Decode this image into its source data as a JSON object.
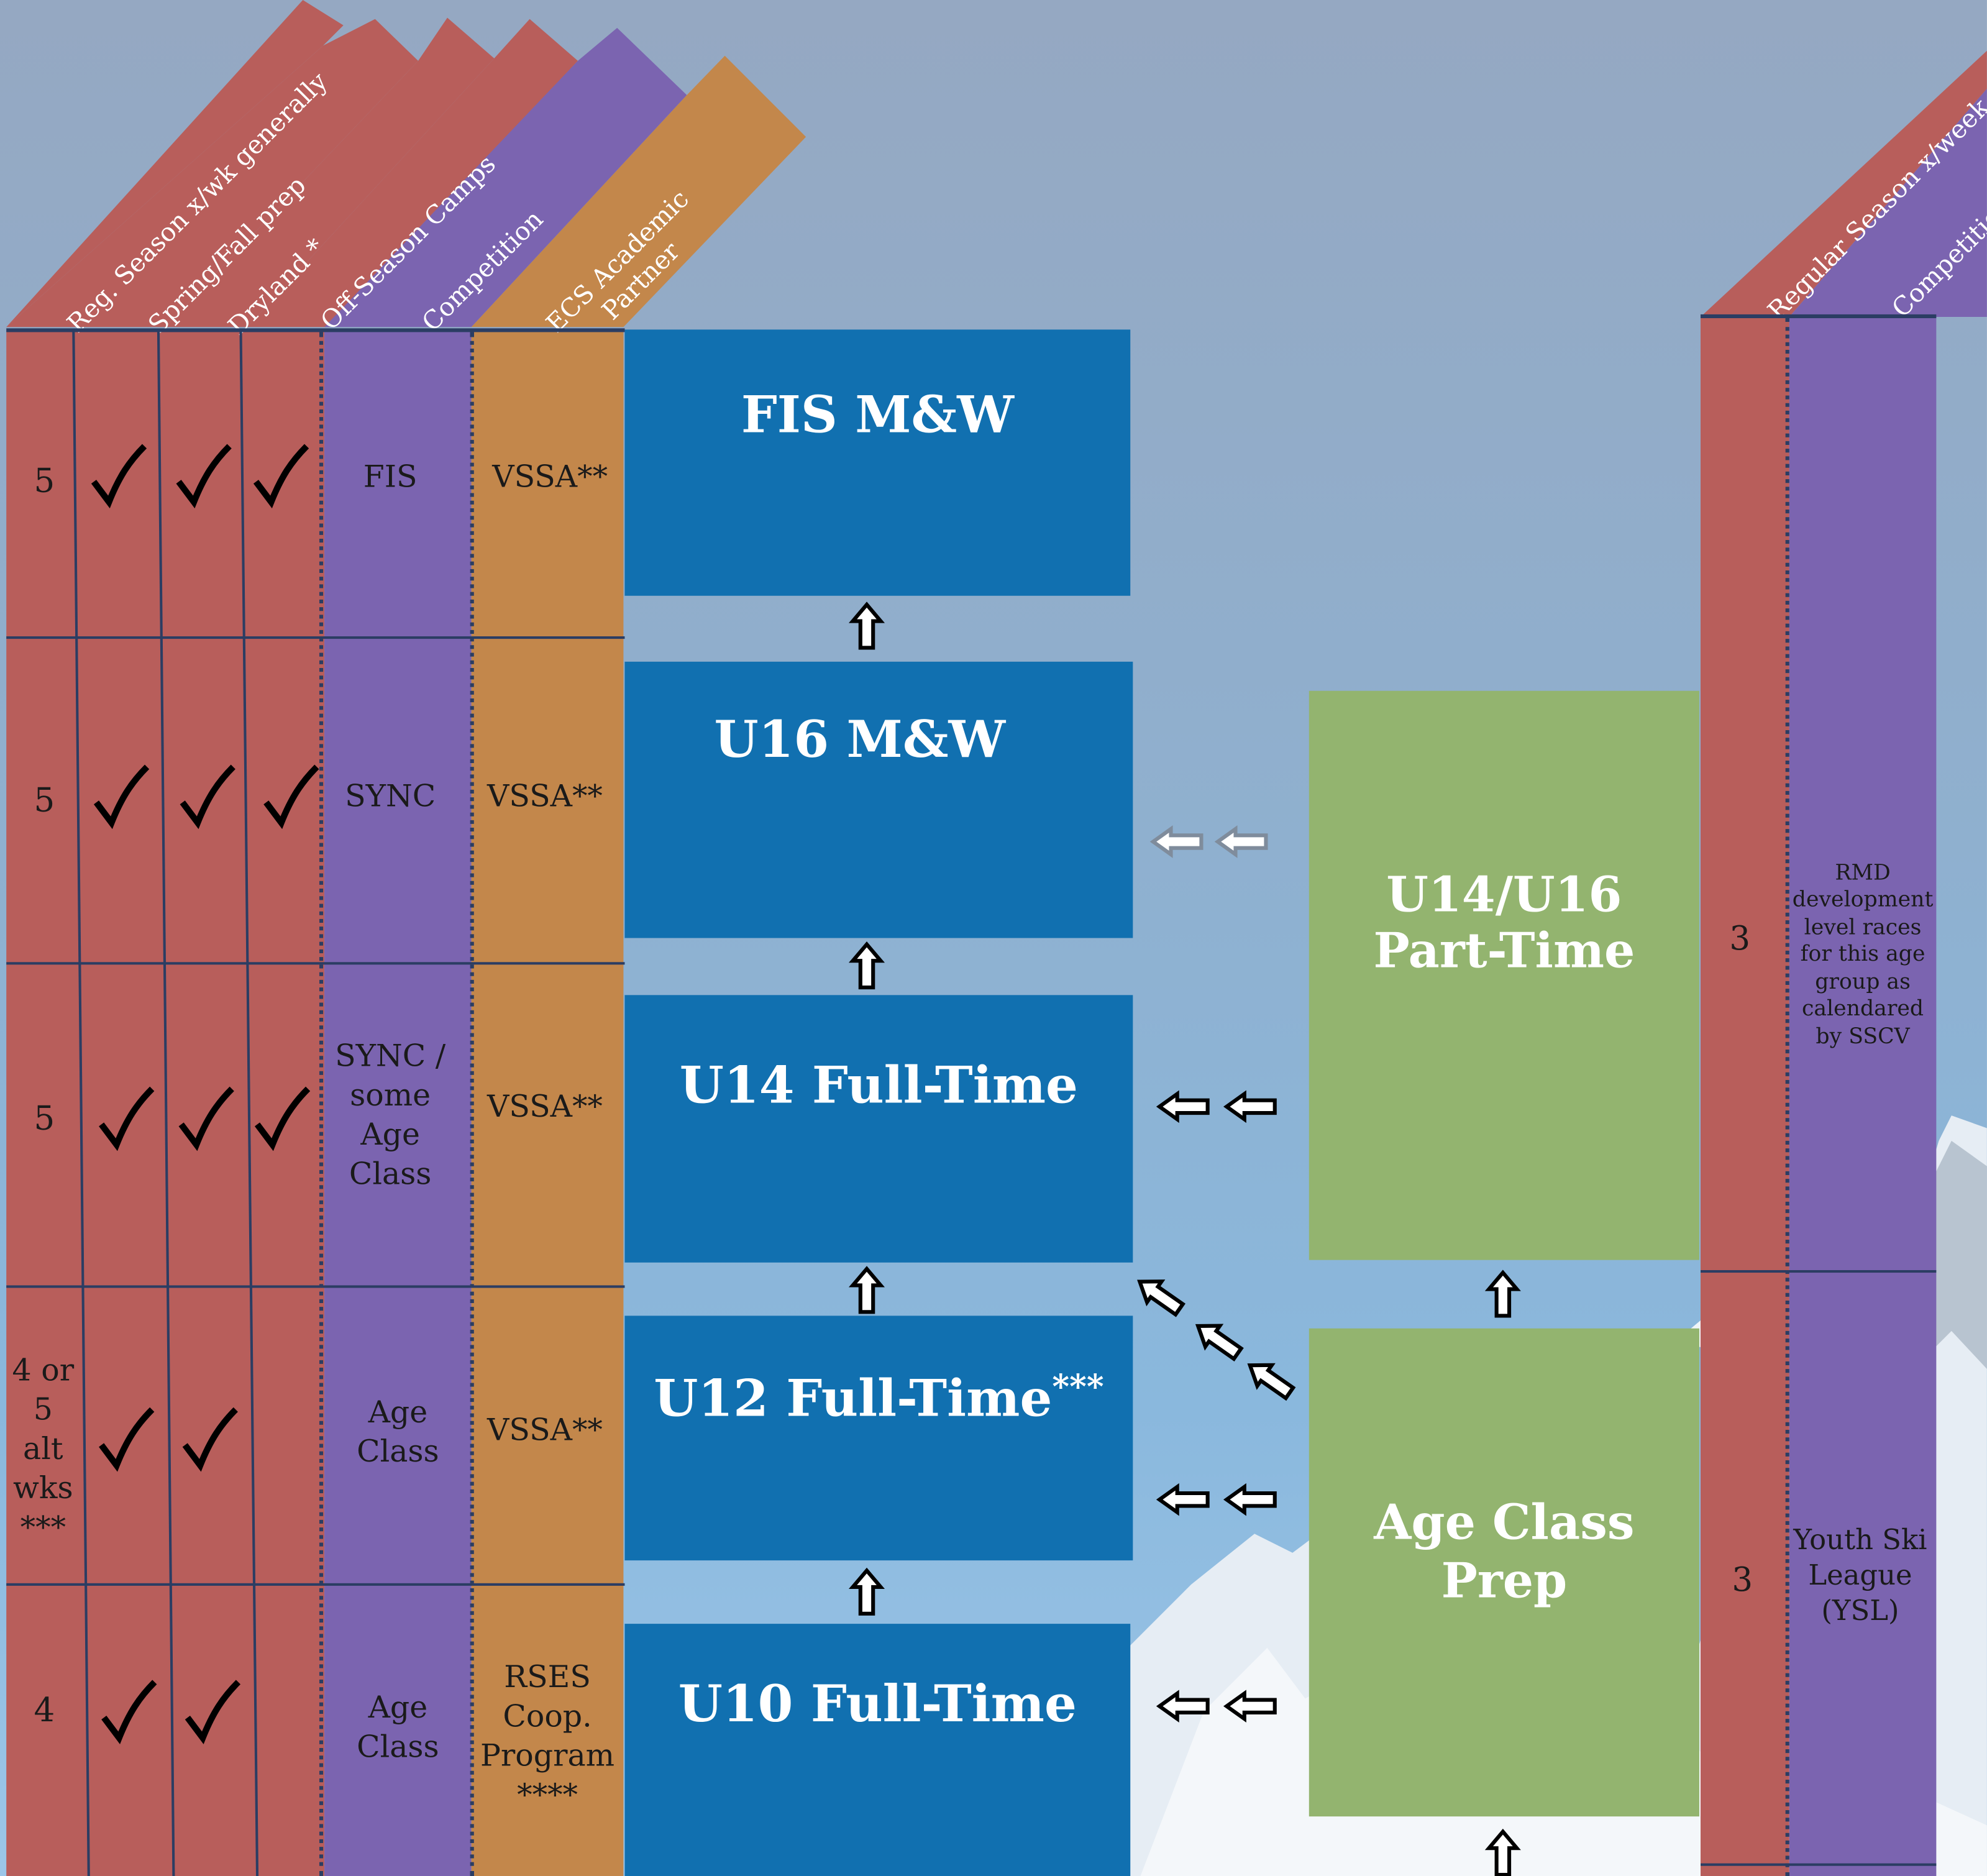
{
  "left_table": {
    "headers": [
      "Reg. Season x/wk generally",
      "Spring/Fall prep",
      "Dryland *",
      "Off-Season Camps",
      "Competition",
      "ECS Academic",
      "Partner"
    ],
    "rows": [
      {
        "season": "5",
        "checks": 3,
        "competition": "FIS",
        "partner": "VSSA**"
      },
      {
        "season": "5",
        "checks": 3,
        "competition": "SYNC",
        "partner": "VSSA**"
      },
      {
        "season": "5",
        "checks": 3,
        "competition": [
          "SYNC /",
          "some",
          "Age",
          "Class"
        ],
        "partner": "VSSA**"
      },
      {
        "season": [
          "4 or",
          "5",
          "alt",
          "wks",
          "***"
        ],
        "checks": 2,
        "competition": [
          "Age",
          "Class"
        ],
        "partner": "VSSA**"
      },
      {
        "season": "4",
        "checks": 2,
        "competition": [
          "Age",
          "Class"
        ],
        "partner": [
          "RSES",
          "Coop.",
          "Program",
          "****"
        ]
      }
    ]
  },
  "programs": {
    "fis": "FIS M&W",
    "u16": "U16 M&W",
    "u14": "U14 Full-Time",
    "u12": "U12 Full-Time",
    "u12_suffix": "***",
    "u10": "U10 Full-Time"
  },
  "part_time": {
    "u14u16": [
      "U14/U16",
      "Part-Time"
    ],
    "prep": [
      "Age Class",
      "Prep"
    ]
  },
  "right_table": {
    "headers": [
      "Regular Season x/week",
      "Competition"
    ],
    "rows": [
      {
        "season": "3",
        "competition": [
          "RMD",
          "development",
          "level races",
          "for this age",
          "group as",
          "calendared",
          "by SSCV"
        ]
      },
      {
        "season": "3",
        "competition": [
          "Youth Ski",
          "League",
          "(YSL)"
        ]
      }
    ]
  },
  "colors": {
    "red": "#b85e5b",
    "purple": "#7b64b0",
    "orange": "#c3874b",
    "blue": "#1170b0",
    "green": "#93b46f"
  }
}
